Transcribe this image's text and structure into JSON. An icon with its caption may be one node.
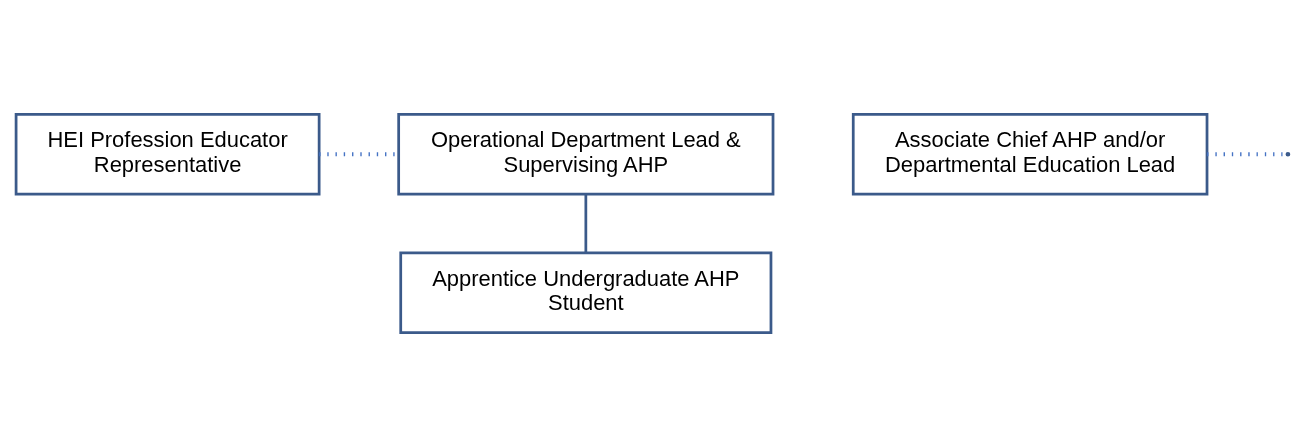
{
  "diagram": {
    "nodes": [
      {
        "text": [
          "HEI Profession Educator Representative"
        ]
      },
      {
        "text": [
          "Operational Department Lead & Supervising AHP"
        ]
      },
      {
        "text": [
          "Associate Chief AHP and/or Departmental Education Lead"
        ]
      },
      {
        "text": [
          "Apprentice Undergraduate AHP Student"
        ]
      }
    ],
    "edges": [
      {
        "from": 0,
        "to": 1,
        "arrow": "none",
        "style": "dashed",
        "color": "#4472c4"
      },
      {
        "from": 1,
        "to": 3,
        "arrow": "none"
      },
      {
        "from": 2,
        "to": null,
        "arrow": "none",
        "style": "dashed",
        "color": "#4472c4"
      }
    ]
  }
}
